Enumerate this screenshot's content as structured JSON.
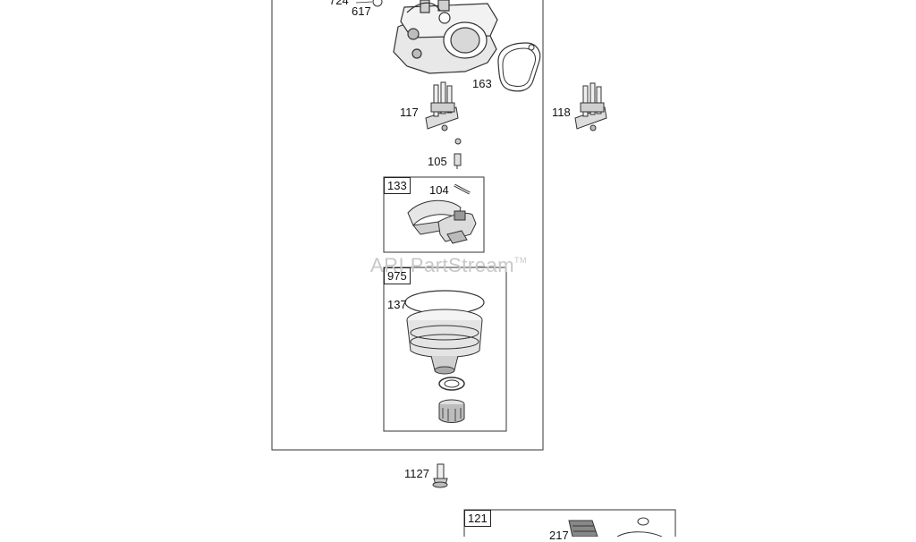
{
  "diagram": {
    "watermark": "ARI PartStream",
    "watermark_tm": "TM",
    "callouts": {
      "p724": "724",
      "p617": "617",
      "p163": "163",
      "p117": "117",
      "p118": "118",
      "p105": "105",
      "p104": "104",
      "p137": "137",
      "p1127": "1127",
      "p217": "217"
    },
    "kit_boxes": {
      "k133": "133",
      "k975": "975",
      "k121": "121"
    }
  }
}
